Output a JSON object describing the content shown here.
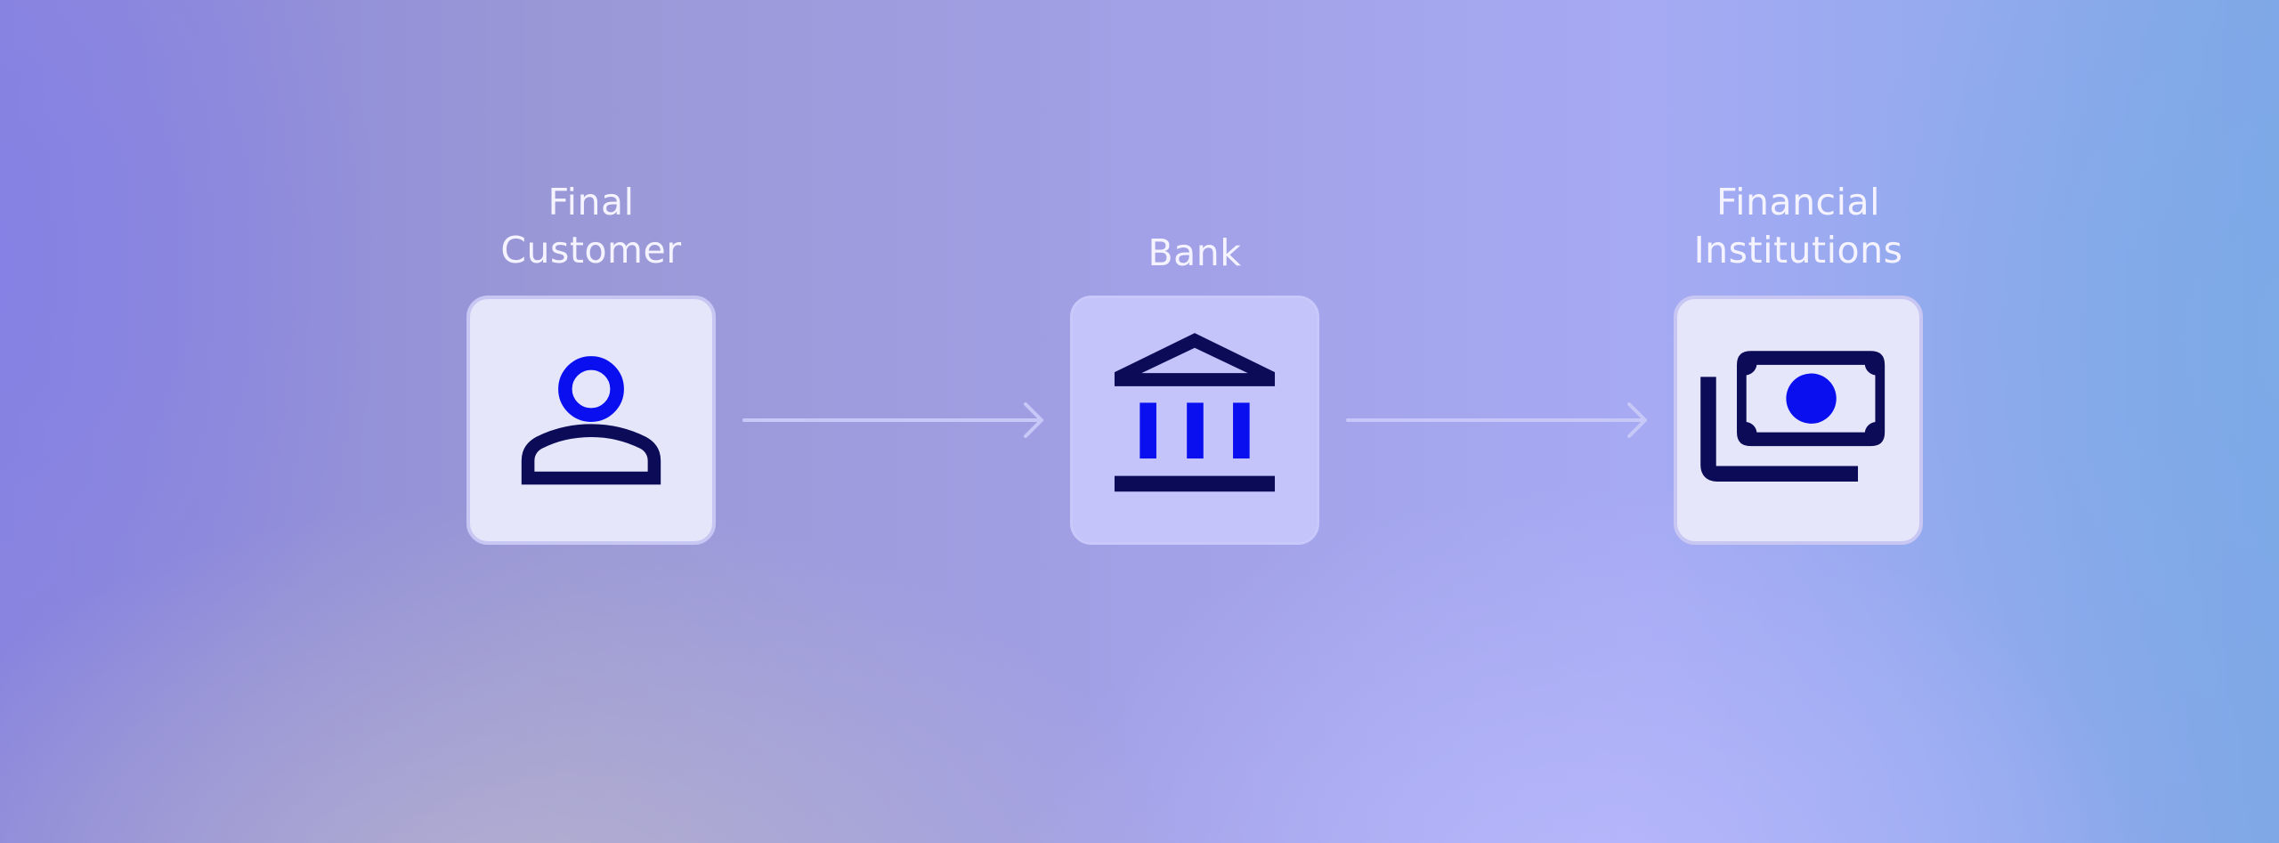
{
  "nodes": [
    {
      "id": "final-customer",
      "label_lines": [
        "Final",
        "Customer"
      ],
      "icon": "person-icon"
    },
    {
      "id": "bank",
      "label_lines": [
        "Bank"
      ],
      "icon": "bank-icon"
    },
    {
      "id": "financial-institutions",
      "label_lines": [
        "Financial",
        "Institutions"
      ],
      "icon": "money-icon"
    }
  ],
  "colors": {
    "icon_dark": "#0b0b58",
    "icon_accent": "#0a0ff0",
    "card_light": "#e6e6fb",
    "card_mid": "#c4c3fa",
    "arrow": "#c8c8f8",
    "label": "#f4f3ff"
  }
}
